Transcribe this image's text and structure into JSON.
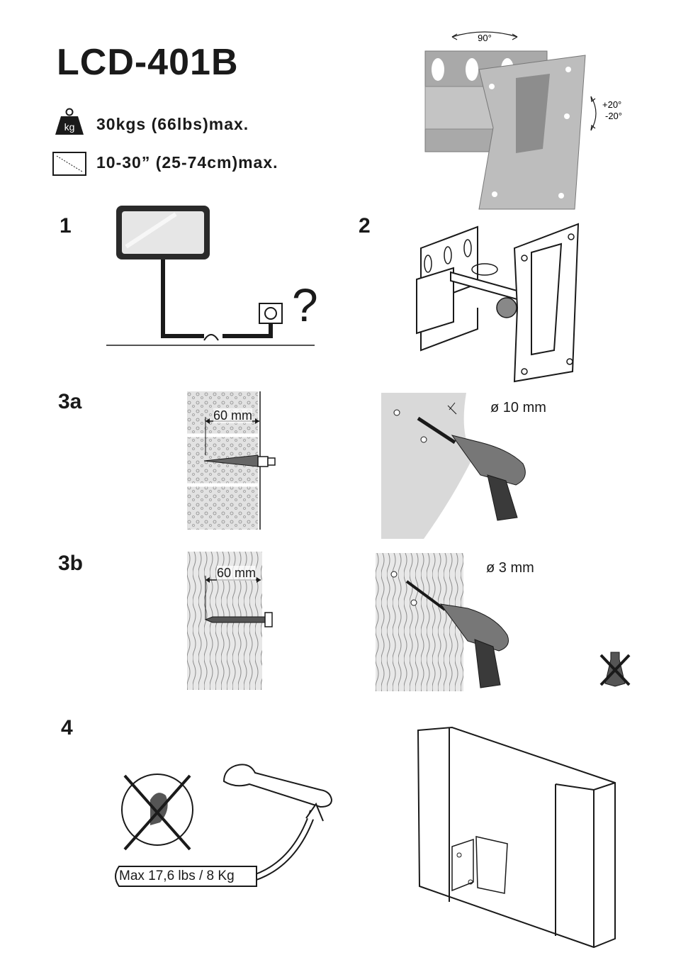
{
  "header": {
    "model": "LCD-401B",
    "weight_icon_text": "kg",
    "weight_spec": "30kgs (66lbs)max.",
    "size_spec": "10-30” (25-74cm)max."
  },
  "product_image": {
    "rotation_label": "90°",
    "tilt_up_label": "+20°",
    "tilt_down_label": "-20°"
  },
  "steps": {
    "step1": {
      "number": "1",
      "question_mark": "?"
    },
    "step2": {
      "number": "2"
    },
    "step3a": {
      "number": "3a",
      "depth_label": "60 mm",
      "drill_label": "ø 10 mm"
    },
    "step3b": {
      "number": "3b",
      "depth_label": "60 mm",
      "drill_label": "ø 3 mm"
    },
    "step4": {
      "number": "4",
      "torque_label": "Max 17,6 lbs / 8 Kg"
    }
  },
  "colors": {
    "text": "#1a1a1a",
    "metal": "#b8b8b8",
    "wall_gray": "#d9d9d9"
  }
}
